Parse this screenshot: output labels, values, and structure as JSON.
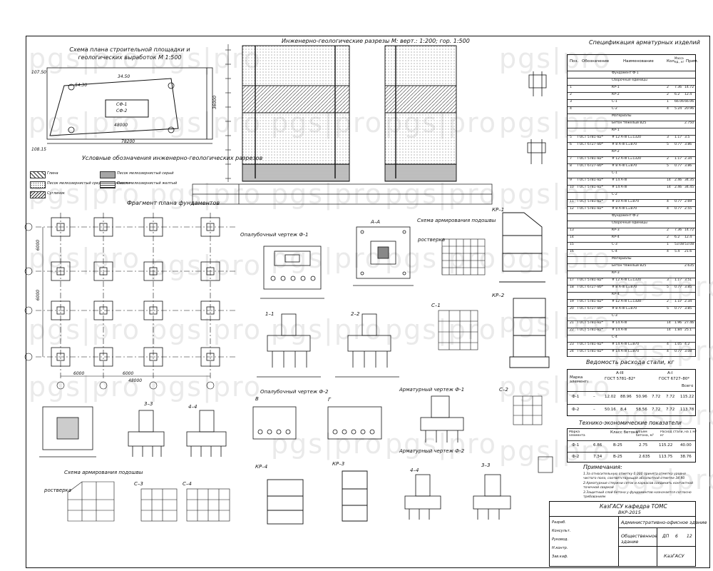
{
  "titles": {
    "site_plan": "Схема плана строительной площадки и геологических выработок М 1:500",
    "geo_sections": "Инженерно-геологические разрезы М: верт.: 1:200; гор. 1:500",
    "legend": "Условные обозначения инженерно-геологических разрезов",
    "foundation_plan": "Фрагмент плана фундаментов",
    "formwork_f1": "Опалубочный чертеж Ф-1",
    "formwork_f2": "Опалубочный чертеж Ф-2",
    "reinf_f1": "Арматурный чертеж Ф-1",
    "reinf_f2": "Арматурный чертеж Ф-2",
    "reinf_scheme_top": "Схема армирования подошвы",
    "reinf_scheme_bottom": "Схема армирования подошвы",
    "rostverka_top": "ростверка",
    "rostverka_bottom": "ростверка",
    "spec": "Спецификация арматурных изделий",
    "steel": "Ведомость расхода стали, кг",
    "tech": "Технико-экономические показатели",
    "notes": "Примечания:"
  },
  "section_marks": {
    "aa": "А–А",
    "s11": "1–1",
    "s22": "2–2",
    "s33": "3–3",
    "s44": "4–4",
    "s33b": "3–3",
    "s44b": "4–4",
    "kr1": "КР–1",
    "kr2": "КР–2",
    "kr3": "КР–3",
    "kr4": "КР–4",
    "c1": "С–1",
    "c2": "С–2",
    "c3": "С–3",
    "c4": "С–4",
    "b": "В",
    "g": "Г"
  },
  "legend_items": [
    "Глина",
    "Песок мелкозернистый средней влажности",
    "Суглинок",
    "Песок мелкозернистый серый",
    "Песок мелкозернистый желтый"
  ],
  "site_plan_labels": {
    "dim1": "34.50",
    "dim2": "54.30",
    "dim3": "48000",
    "dim4": "78200",
    "dim5": "36000",
    "l1": "СФ-1",
    "l2": "СФ-2",
    "m1": "107.50",
    "m2": "108.15"
  },
  "plan_dims": {
    "d1": "6000",
    "d2": "6000",
    "total": "48000",
    "v1": "6000",
    "v2": "6000"
  },
  "spec_header": {
    "c1": "Поз.",
    "c2": "Обозначение",
    "c3": "Наименование",
    "c4": "Кол.",
    "c5": "Масса ед., кг",
    "c6": "Прим."
  },
  "spec_rows": [
    {
      "pos": "",
      "des": "",
      "name": "Фундамент Ф-1",
      "q": "",
      "m": "",
      "n": ""
    },
    {
      "pos": "",
      "des": "",
      "name": "Сборочные единицы",
      "q": "",
      "m": "",
      "n": ""
    },
    {
      "pos": "1",
      "des": "",
      "name": "КР-1",
      "q": "2",
      "m": "7.36",
      "n": "14.72"
    },
    {
      "pos": "2",
      "des": "",
      "name": "КР-2",
      "q": "2",
      "m": "6.2",
      "q2": "",
      "n": "12.4"
    },
    {
      "pos": "3",
      "des": "",
      "name": "С-1",
      "q": "1",
      "m": "66.06",
      "n": "66.06"
    },
    {
      "pos": "4",
      "des": "",
      "name": "С-2",
      "q": "4",
      "m": "5.24",
      "n": "20.96"
    },
    {
      "pos": "",
      "des": "",
      "name": "Материалы",
      "q": "",
      "m": "",
      "n": ""
    },
    {
      "pos": "",
      "des": "",
      "name": "Бетон тяжелый В25",
      "q": "",
      "m": "",
      "n": "2.750"
    },
    {
      "pos": "",
      "des": "",
      "name": "КР-1",
      "q": "",
      "m": "",
      "n": ""
    },
    {
      "pos": "5",
      "des": "ГОСТ 5781–82*",
      "name": "# 12 А-III L=1320",
      "q": "3",
      "m": "1.17",
      "n": "3.5"
    },
    {
      "pos": "6",
      "des": "ГОСТ 6727–80*",
      "name": "# 8 А-III L=870",
      "q": "5",
      "m": "0.77",
      "n": "3.86"
    },
    {
      "pos": "",
      "des": "",
      "name": "КР-2",
      "q": "",
      "m": "",
      "n": ""
    },
    {
      "pos": "7",
      "des": "ГОСТ 5781–82*",
      "name": "# 12 А-III L=1320",
      "q": "2",
      "m": "1.17",
      "n": "2.34"
    },
    {
      "pos": "8",
      "des": "ГОСТ 6727–80*",
      "name": "# 8 А-III L=870",
      "q": "5",
      "m": "0.77",
      "n": "3.86"
    },
    {
      "pos": "",
      "des": "",
      "name": "С-1",
      "q": "",
      "m": "",
      "n": ""
    },
    {
      "pos": "9",
      "des": "ГОСТ 5781–82*",
      "name": "# 14 А-III",
      "q": "14",
      "m": "2.46",
      "n": "34.35"
    },
    {
      "pos": "10",
      "des": "ГОСТ 5781–82*",
      "name": "# 14 А-III",
      "q": "14",
      "m": "2.46",
      "n": "34.45"
    },
    {
      "pos": "",
      "des": "",
      "name": "С-2",
      "q": "",
      "m": "",
      "n": ""
    },
    {
      "pos": "11",
      "des": "ГОСТ 5781–82*",
      "name": "# 10 А-III L=870",
      "q": "4",
      "m": "0.77",
      "n": "2.69"
    },
    {
      "pos": "12",
      "des": "ГОСТ 5781–82*",
      "name": "# 8 А-III L=870",
      "q": "4",
      "m": "0.77",
      "n": "2.55"
    },
    {
      "pos": "",
      "des": "",
      "name": "Фундамент Ф-2",
      "q": "",
      "m": "",
      "n": ""
    },
    {
      "pos": "",
      "des": "",
      "name": "Сборочные единицы",
      "q": "",
      "m": "",
      "n": ""
    },
    {
      "pos": "13",
      "des": "",
      "name": "КР-3",
      "q": "2",
      "m": "7.36",
      "n": "14.72"
    },
    {
      "pos": "14",
      "des": "",
      "name": "КР-4",
      "q": "2",
      "m": "6.2",
      "n": "12.4"
    },
    {
      "pos": "15",
      "des": "",
      "name": "С-3",
      "q": "1",
      "m": "53.08",
      "n": "53.08"
    },
    {
      "pos": "16",
      "des": "",
      "name": "С-4",
      "q": "4",
      "m": "5.4",
      "n": "21.6"
    },
    {
      "pos": "",
      "des": "",
      "name": "Материалы",
      "q": "",
      "m": "",
      "n": ""
    },
    {
      "pos": "",
      "des": "",
      "name": "Бетон тяжелый В25",
      "q": "",
      "m": "",
      "n": "2.635"
    },
    {
      "pos": "",
      "des": "",
      "name": "КР-3",
      "q": "",
      "m": "",
      "n": ""
    },
    {
      "pos": "17",
      "des": "ГОСТ 5781–82*",
      "name": "# 12 А-III L=1320",
      "q": "3",
      "m": "1.17",
      "n": "3.51"
    },
    {
      "pos": "18",
      "des": "ГОСТ 6727–80*",
      "name": "# 8 А-III L=870",
      "q": "5",
      "m": "0.77",
      "n": "3.85"
    },
    {
      "pos": "",
      "des": "",
      "name": "КР-4",
      "q": "",
      "m": "",
      "n": ""
    },
    {
      "pos": "19",
      "des": "ГОСТ 5781–82*",
      "name": "# 12 А-III L=1320",
      "q": "2",
      "m": "1.17",
      "n": "2.34"
    },
    {
      "pos": "20",
      "des": "ГОСТ 6727–80*",
      "name": "# 8 А-III L=870",
      "q": "5",
      "m": "0.77",
      "n": "3.85"
    },
    {
      "pos": "",
      "des": "",
      "name": "С-3",
      "q": "",
      "m": "",
      "n": ""
    },
    {
      "pos": "21",
      "des": "ГОСТ 5781–82*",
      "name": "# 14 А-III",
      "q": "14",
      "m": "1.96",
      "n": "27.46"
    },
    {
      "pos": "22",
      "des": "ГОСТ 5781–82*",
      "name": "# 14 А-III",
      "q": "14",
      "m": "1.84",
      "n": "25.1"
    },
    {
      "pos": "",
      "des": "",
      "name": "С-4",
      "q": "",
      "m": "",
      "n": ""
    },
    {
      "pos": "23",
      "des": "ГОСТ 5781–82*",
      "name": "# 14 А-III L=870",
      "q": "4",
      "m": "1.05",
      "n": "4.2"
    },
    {
      "pos": "24",
      "des": "ГОСТ 5781–82*",
      "name": "# 14 А-III L=870",
      "q": "4",
      "m": "0.77",
      "n": "3.08"
    }
  ],
  "steel_header": {
    "mark": "Марка элемента",
    "a3": "А-III",
    "a1": "А-I",
    "g1": "ГОСТ 5781–82*",
    "g2": "ГОСТ 6727–80*",
    "total": "Всего"
  },
  "steel_rows": [
    {
      "mark": "Ф-1",
      "v1": "–",
      "v2": "12.02",
      "v3": "88.96",
      "v4": "50.96",
      "v5": "7.72",
      "v6": "7.72",
      "v7": "115.22"
    },
    {
      "mark": "Ф-2",
      "v1": "–",
      "v2": "50.16",
      "v3": "8.4",
      "v4": "58.56",
      "v5": "7.72",
      "v6": "7.72",
      "v7": "113.78"
    }
  ],
  "tech_header": {
    "mark": "Марка элемента",
    "conc": "Класс бетона",
    "vol": "Объем бетона, м³",
    "steel": "Расход стали, кг",
    "per": "на 1 м³"
  },
  "tech_rows": [
    {
      "mark": "Ф-1",
      "a": "6.86",
      "b": "В-25",
      "c": "2.75",
      "d": "115.22",
      "e": "40.00"
    },
    {
      "mark": "Ф-2",
      "a": "7.34",
      "b": "В-25",
      "c": "2.635",
      "d": "113.75",
      "e": "38.76"
    }
  ],
  "notes": [
    "1.За относительную отметку 0.000 принята отметка уровня чистого пола, соответствующая абсолютной отметке 34.90",
    "2.Арматурные стержни сеток и каркасов соединить контактной точечной сваркой",
    "3.Защитный слой бетона у фундаментов назначается согласно требованиям"
  ],
  "title_block": {
    "org": "КазГАСУ кафедра ТОМС",
    "code": "ВКР-2015",
    "building": "Административно-офисное здание",
    "sheet_name": "Общественное здание",
    "stage": "ДП",
    "sheet": "6",
    "sheets": "12",
    "firm": "КазГАСУ",
    "roles": [
      "Разраб.",
      "Консульт.",
      "Руковод.",
      "Н.контр.",
      "Зав.каф."
    ]
  },
  "watermark": "pgs|pro"
}
